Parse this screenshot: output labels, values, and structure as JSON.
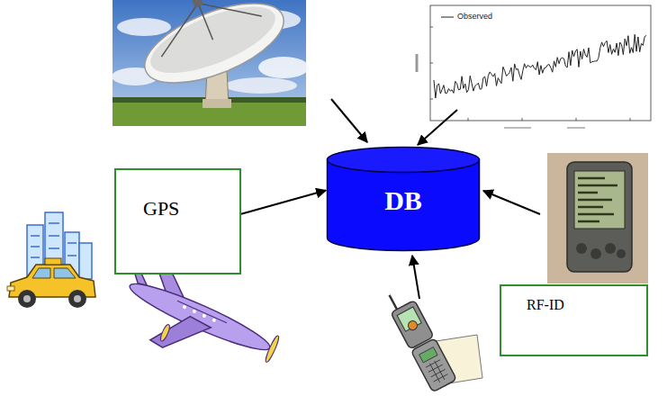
{
  "diagram": {
    "nodes": [
      {
        "text": [
          "DB"
        ]
      },
      {
        "text": [
          "GPS"
        ]
      },
      {
        "text": [
          "RF-ID"
        ]
      }
    ],
    "edges": [
      {
        "from": 1,
        "to": 0,
        "arrow": "to"
      }
    ],
    "labels": [
      "Observed"
    ]
  }
}
